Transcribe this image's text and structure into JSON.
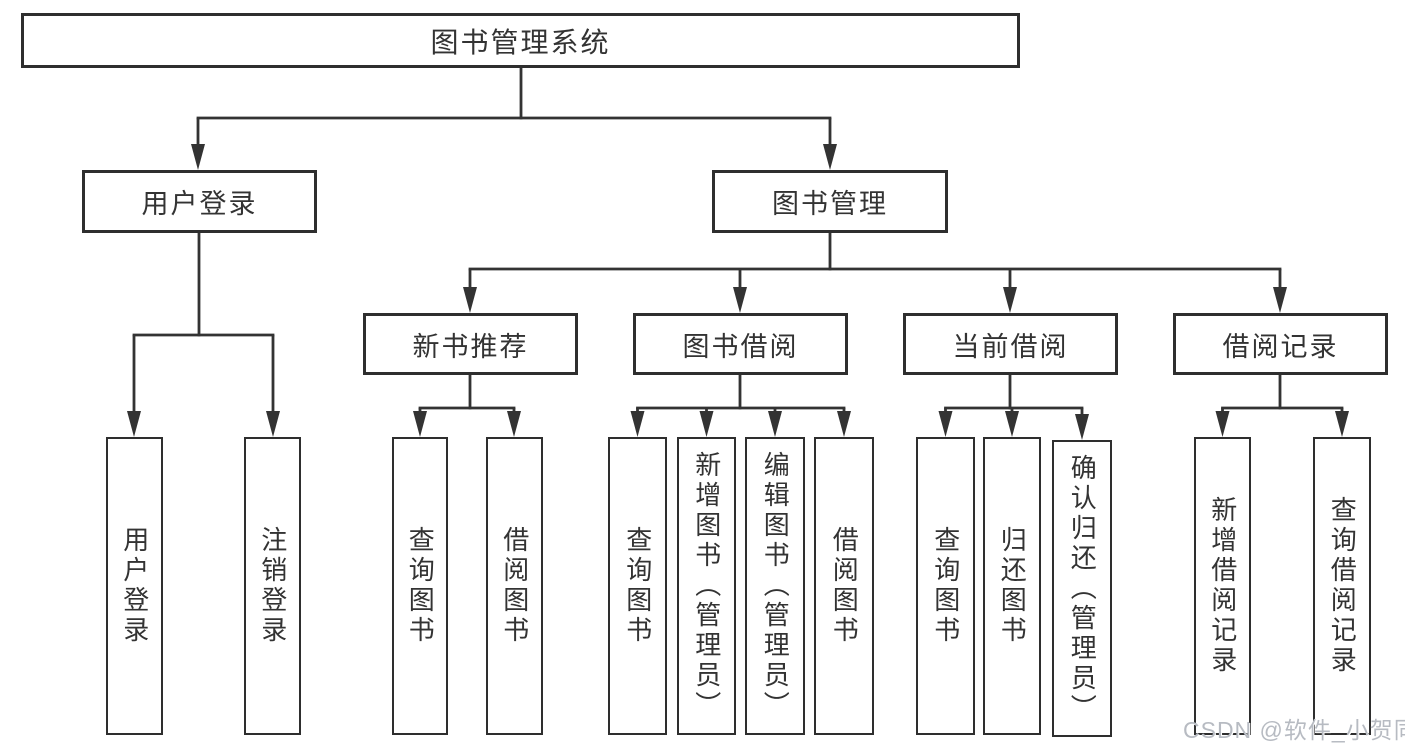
{
  "diagram": {
    "title": "图书管理系统",
    "level2": {
      "user_login": {
        "label": "用户登录",
        "children": [
          "用户登录",
          "注销登录"
        ]
      },
      "book_management": {
        "label": "图书管理"
      }
    },
    "level3": {
      "new_book_recommend": {
        "label": "新书推荐",
        "children": [
          "查询图书",
          "借阅图书"
        ]
      },
      "book_borrow": {
        "label": "图书借阅",
        "children": [
          "查询图书",
          "新增图书（管理员）",
          "编辑图书（管理员）",
          "借阅图书"
        ]
      },
      "current_borrow": {
        "label": "当前借阅",
        "children": [
          "查询图书",
          "归还图书",
          "确认归还（管理员）"
        ]
      },
      "borrow_records": {
        "label": "借阅记录",
        "children": [
          "新增借阅记录",
          "查询借阅记录"
        ]
      }
    }
  },
  "watermark": "CSDN @软件_小贺同学",
  "colors": {
    "line": "#333333",
    "border": "#2e2e2e",
    "text": "#333333",
    "watermark": "#b7bbc2",
    "background": "#ffffff"
  }
}
